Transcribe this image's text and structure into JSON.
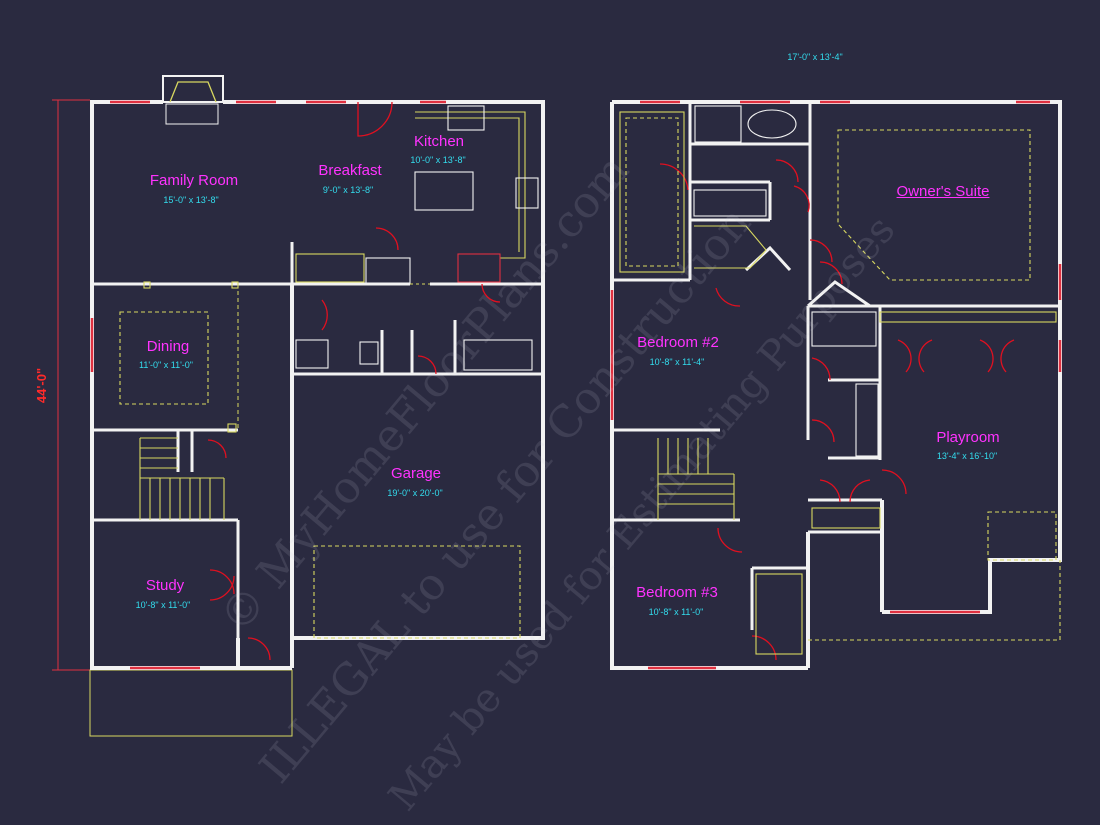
{
  "overall_dimension": "44'-0\"",
  "top_dimension": "17'-0\" x 13'-4\"",
  "first_floor": {
    "family_room": {
      "name": "Family Room",
      "dims": "15'-0\" x 13'-8\""
    },
    "breakfast": {
      "name": "Breakfast",
      "dims": "9'-0\" x 13'-8\""
    },
    "kitchen": {
      "name": "Kitchen",
      "dims": "10'-0\" x 13'-8\""
    },
    "dining": {
      "name": "Dining",
      "dims": "11'-0\" x 11'-0\""
    },
    "garage": {
      "name": "Garage",
      "dims": "19'-0\" x 20'-0\""
    },
    "study": {
      "name": "Study",
      "dims": "10'-8\" x 11'-0\""
    }
  },
  "second_floor": {
    "owners_suite": {
      "name": "Owner's Suite"
    },
    "bedroom2": {
      "name": "Bedroom #2",
      "dims": "10'-8\" x 11'-4\""
    },
    "bedroom3": {
      "name": "Bedroom #3",
      "dims": "10'-8\" x 11'-0\""
    },
    "playroom": {
      "name": "Playroom",
      "dims": "13'-4\" x 16'-10\""
    }
  },
  "watermark": {
    "line1": "© MyHomeFloorPlans.com",
    "line2": "ILLEGAL to use for Construction",
    "line3": "May be used for Estimating Purposes"
  },
  "colors": {
    "background": "#2a2a40",
    "walls": "#f2f2f2",
    "windows": "#e03040",
    "doors": "#e01020",
    "fixtures": "#d8d860",
    "room_labels": "#ff33ff",
    "dimensions": "#33ddee",
    "overall_dimension": "#ff2a2a"
  }
}
